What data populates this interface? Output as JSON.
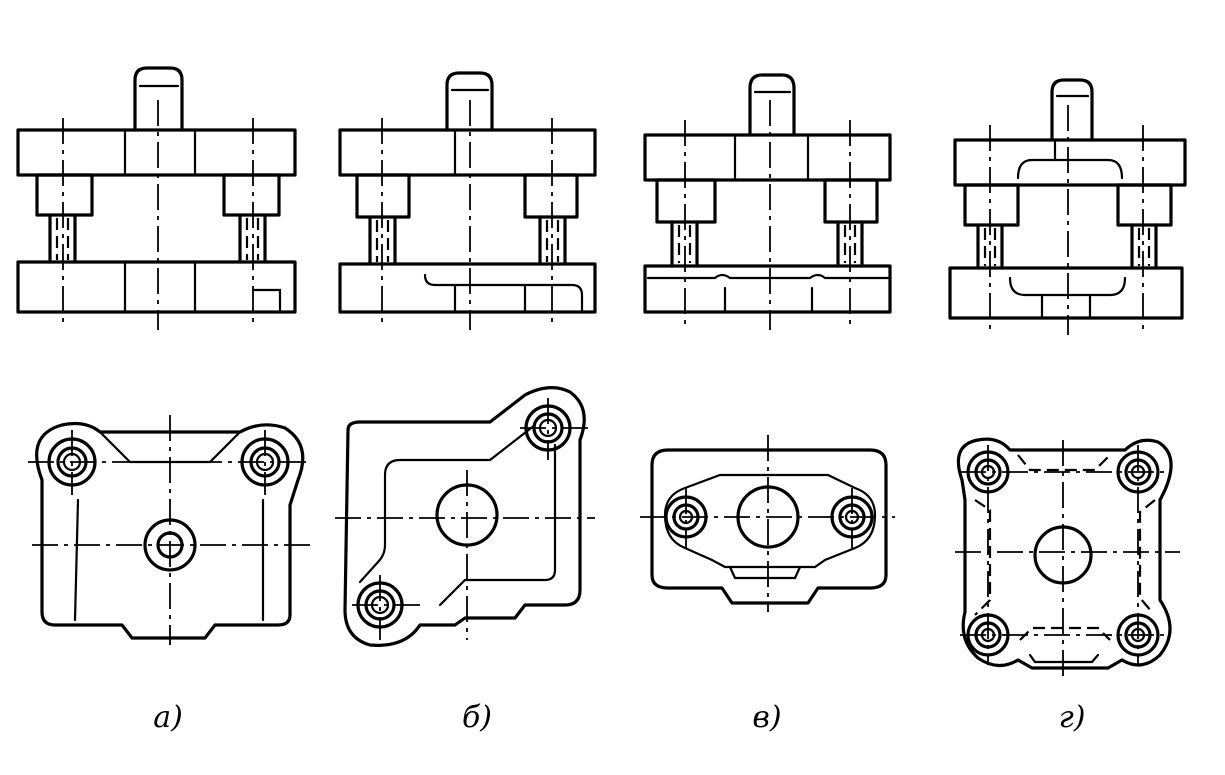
{
  "labels": {
    "a": "а)",
    "b": "б)",
    "v": "в)",
    "g": "г)"
  },
  "colors": {
    "line": "#000000",
    "background": "#ffffff"
  }
}
